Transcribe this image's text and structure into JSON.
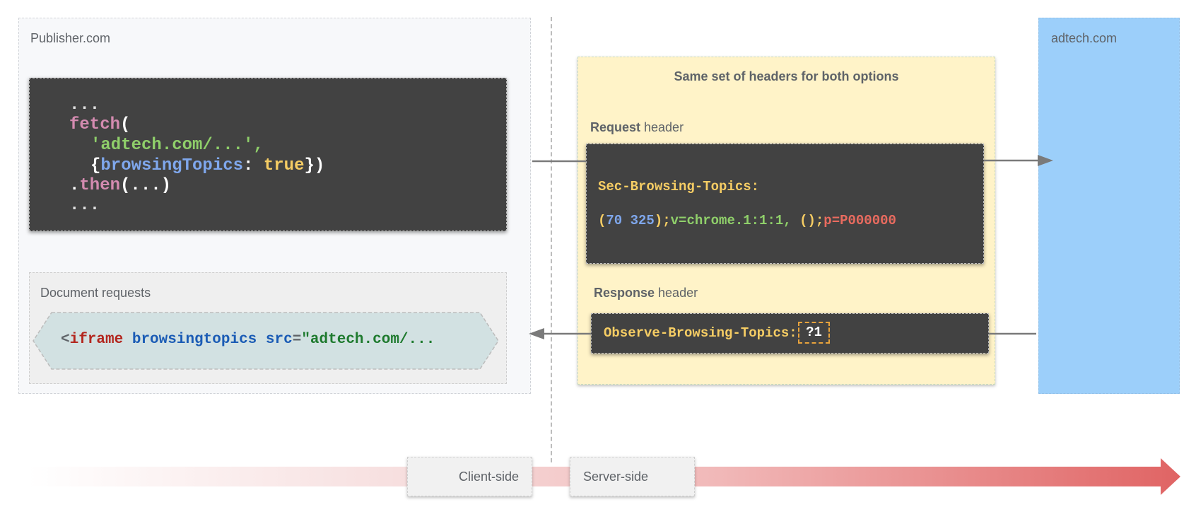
{
  "publisher": {
    "label": "Publisher.com",
    "code": {
      "line1": "...",
      "line2_fn": "fetch",
      "line2_paren": "(",
      "line3": "'adtech.com/...',",
      "line4_open": "{",
      "line4_key": "browsingTopics",
      "line4_colon": ": ",
      "line4_value": "true",
      "line4_close": "})",
      "line5_dot": ".",
      "line5_fn": "then",
      "line5_args": "(...)",
      "line6": "..."
    },
    "document_requests": {
      "label": "Document requests",
      "iframe": {
        "lt": "<",
        "tag": "iframe",
        "attr1": "browsingtopics",
        "attr2": "src",
        "eq": "=",
        "value": "\"adtech.com/..."
      }
    }
  },
  "headers": {
    "title": "Same set of headers for both options",
    "request": {
      "label_bold": "Request",
      "label_rest": " header",
      "name": "Sec-Browsing-Topics:",
      "value_open": "(",
      "value_topics": "70 325",
      "value_close": ");",
      "value_version": "v=chrome.1:1:1, ",
      "value_empty": "();",
      "value_padding": "p=P000000"
    },
    "response": {
      "label_bold": "Response",
      "label_rest": " header",
      "name": "Observe-Browsing-Topics:",
      "value": "?1"
    }
  },
  "adtech": {
    "label": "adtech.com"
  },
  "axis": {
    "client_side": "Client-side",
    "server_side": "Server-side"
  },
  "colors": {
    "code_bg": "#424242",
    "code_pink": "#d48bb0",
    "code_green": "#8fcf6a",
    "code_blue": "#7fa7ec",
    "code_yellow": "#f6cd64",
    "code_white": "#ffffff",
    "code_red": "#e96b5f",
    "publisher_bg": "#f7f8fa",
    "headers_bg": "#fff3c8",
    "adtech_bg": "#9ccffa",
    "iframe_bg": "#d2e1e2",
    "arrow_gray": "#7a7a7a",
    "timeline_red": "#e06464"
  }
}
